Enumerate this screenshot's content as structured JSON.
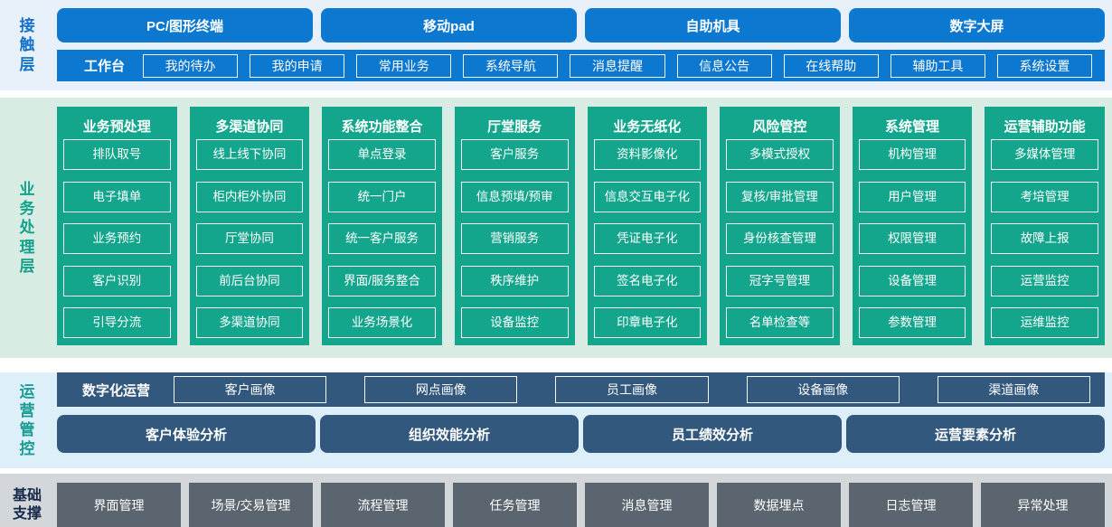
{
  "colors": {
    "accent_blue": "#0c78d0",
    "accent_teal": "#14a68d",
    "accent_slate": "#33587e",
    "accent_gray": "#5a656f"
  },
  "layers": {
    "contact": {
      "label": "接\n触\n层",
      "terminals": [
        "PC/图形终端",
        "移动pad",
        "自助机具",
        "数字大屏"
      ],
      "workbench": {
        "label": "工作台",
        "items": [
          "我的待办",
          "我的申请",
          "常用业务",
          "系统导航",
          "消息提醒",
          "信息公告",
          "在线帮助",
          "辅助工具",
          "系统设置"
        ]
      }
    },
    "business": {
      "label": "业\n务\n处\n理\n层",
      "columns": [
        {
          "title": "业务预处理",
          "items": [
            "排队取号",
            "电子填单",
            "业务预约",
            "客户识别",
            "引导分流"
          ]
        },
        {
          "title": "多渠道协同",
          "items": [
            "线上线下协同",
            "柜内柜外协同",
            "厅堂协同",
            "前后台协同",
            "多渠道协同"
          ]
        },
        {
          "title": "系统功能整合",
          "items": [
            "单点登录",
            "统一门户",
            "统一客户服务",
            "界面/服务整合",
            "业务场景化"
          ]
        },
        {
          "title": "厅堂服务",
          "items": [
            "客户服务",
            "信息预填/预审",
            "营销服务",
            "秩序维护",
            "设备监控"
          ]
        },
        {
          "title": "业务无纸化",
          "items": [
            "资料影像化",
            "信息交互电子化",
            "凭证电子化",
            "签名电子化",
            "印章电子化"
          ]
        },
        {
          "title": "风险管控",
          "items": [
            "多模式授权",
            "复核/审批管理",
            "身份核查管理",
            "冠字号管理",
            "名单检查等"
          ]
        },
        {
          "title": "系统管理",
          "items": [
            "机构管理",
            "用户管理",
            "权限管理",
            "设备管理",
            "参数管理"
          ]
        },
        {
          "title": "运营辅助功能",
          "items": [
            "多媒体管理",
            "考培管理",
            "故障上报",
            "运营监控",
            "运维监控"
          ]
        }
      ]
    },
    "operations": {
      "label": "运\n营\n管\n控",
      "digital": {
        "label": "数字化运营",
        "portraits": [
          "客户画像",
          "网点画像",
          "员工画像",
          "设备画像",
          "渠道画像"
        ]
      },
      "analyses": [
        "客户体验分析",
        "组织效能分析",
        "员工绩效分析",
        "运营要素分析"
      ]
    },
    "foundation": {
      "label": "基础\n支撑",
      "items": [
        "界面管理",
        "场景/交易管理",
        "流程管理",
        "任务管理",
        "消息管理",
        "数据埋点",
        "日志管理",
        "异常处理"
      ]
    }
  }
}
